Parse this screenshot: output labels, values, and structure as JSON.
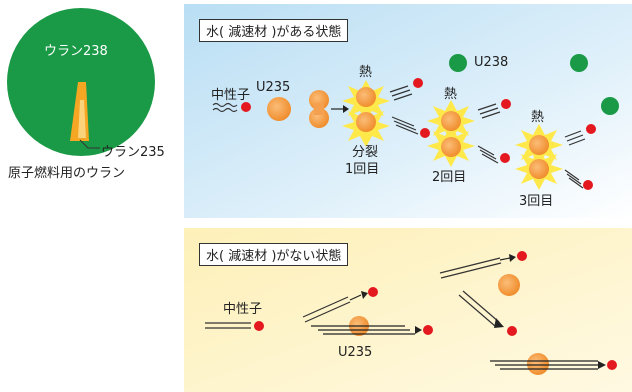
{
  "pie": {
    "inner_label": "ウラン238",
    "slice_label": "ウラン235",
    "caption": "原子燃料用のウラン",
    "colors": {
      "u238": "#1a9a46",
      "u235": "#f5a623"
    }
  },
  "with_moderator": {
    "title": "水( 減速材 )がある状態",
    "neutron_label": "中性子",
    "u235_label": "U235",
    "u238_label": "U238",
    "heat_label": "熱",
    "fission_label": "分裂",
    "gen1_label": "1回目",
    "gen2_label": "2回目",
    "gen3_label": "3回目",
    "bg_color": "#cfe8f7"
  },
  "without_moderator": {
    "title": "水( 減速材 )がない状態",
    "neutron_label": "中性子",
    "u235_label": "U235",
    "bg_color": "#fdf3c6"
  },
  "colors": {
    "neutron": "#e3191f",
    "nucleus": "#f6a04d",
    "u238": "#1a9a46",
    "flash": "#ffe94a"
  }
}
